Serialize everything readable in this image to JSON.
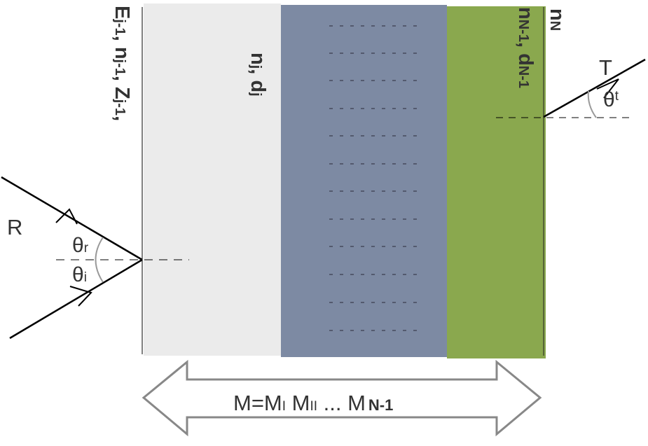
{
  "labels": {
    "left_medium": {
      "E": "E",
      "E_sub": "j-1",
      "sep1": ", ",
      "n": "n",
      "n_sub": "j-1",
      "sep2": ", ",
      "Z": "Z",
      "Z_sub": "j-1",
      "sep3": ","
    },
    "layer_j": {
      "n": "n",
      "n_sub": "j",
      "sep": ", ",
      "d": "d",
      "d_sub": "j"
    },
    "layer_n_minus_1": {
      "n": "n",
      "n_sub": "N-1",
      "sep": ", ",
      "d": "d",
      "d_sub": "N-1"
    },
    "substrate": {
      "n": "n",
      "n_sub": "N"
    },
    "reflected": "R",
    "transmitted": "T",
    "theta_r": {
      "theta": "θ",
      "sub": "r"
    },
    "theta_i": {
      "theta": "θ",
      "sub": "i"
    },
    "theta_t": {
      "theta": "θ",
      "sup": "t"
    },
    "matrix_product": {
      "lhs": "M=M",
      "s1": "I",
      "m2": " M",
      "s2": "II",
      "dots": " ... M",
      "s3": "N-1"
    }
  },
  "colors": {
    "layer_j": "#ebebeb",
    "middle_layer": "#7d8aa3",
    "layer_n_minus_1": "#8aa84e",
    "rays": "#000000",
    "arrow_outline": "#888888",
    "text": "#333333"
  }
}
